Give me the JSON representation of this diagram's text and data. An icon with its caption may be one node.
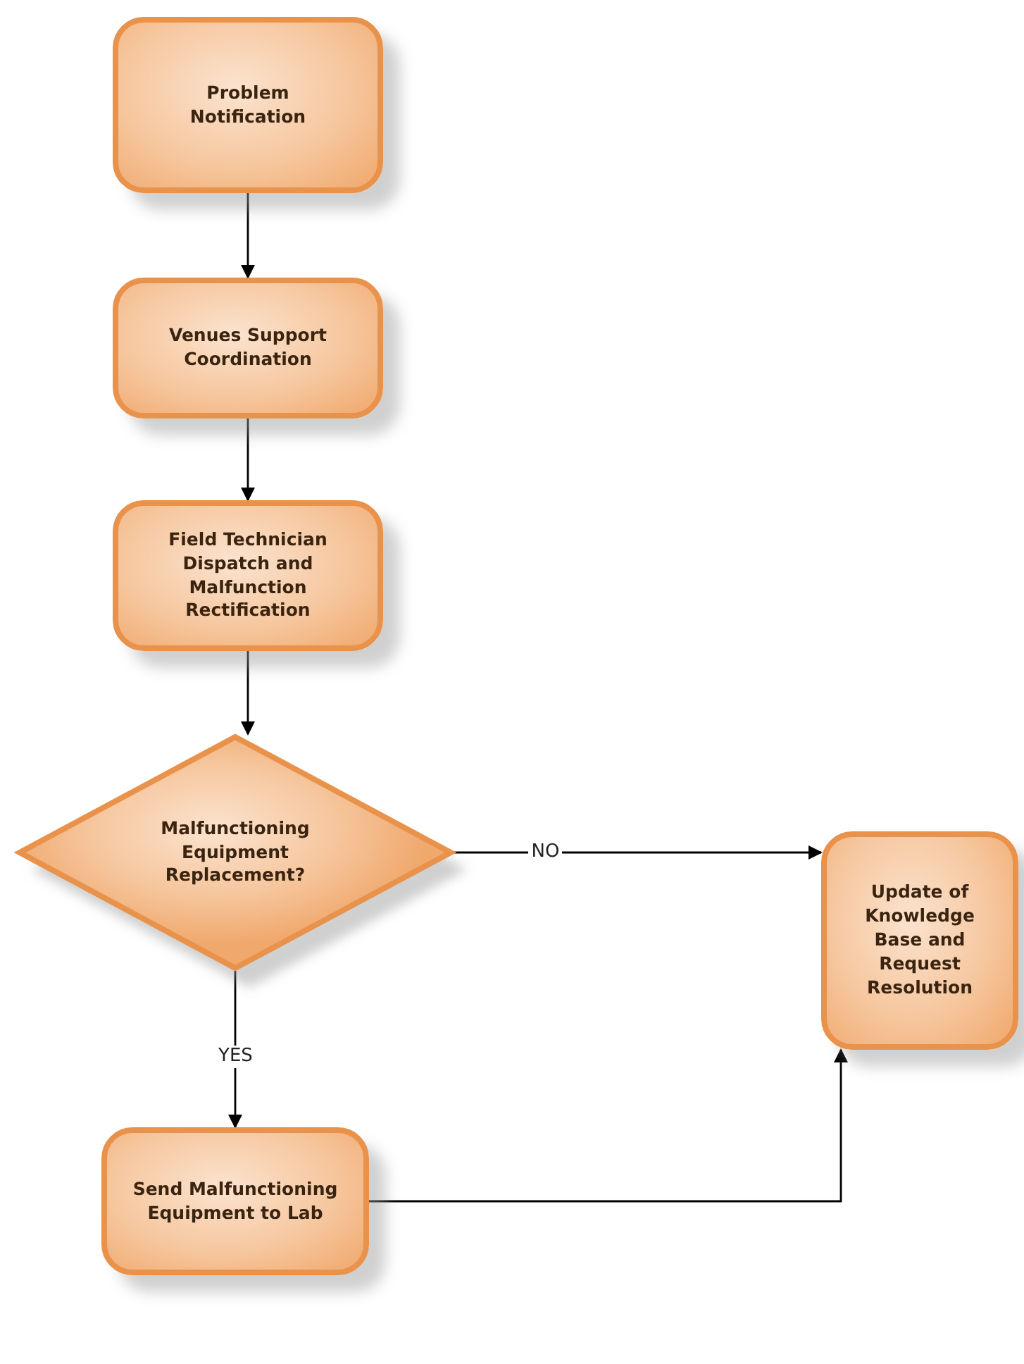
{
  "diagram": {
    "nodes": [
      {
        "text": [
          "Problem Notification"
        ]
      },
      {
        "text": [
          "Venues Support Coordination"
        ]
      },
      {
        "text": [
          "Field Technician Dispatch and Malfunction Rectification"
        ]
      },
      {
        "text": [
          "Malfunctioning Equipment Replacement?"
        ]
      },
      {
        "text": [
          "Update of Knowledge Base and Request Resolution"
        ]
      },
      {
        "text": [
          "Send Malfunctioning Equipment to Lab"
        ]
      }
    ],
    "edges": [
      {
        "from": 0,
        "to": 1,
        "arrow": "to"
      },
      {
        "from": 1,
        "to": 2,
        "arrow": "to"
      },
      {
        "from": 2,
        "to": 3,
        "arrow": "to"
      },
      {
        "from": 3,
        "to": 4,
        "arrow": "to",
        "label": "NO"
      },
      {
        "from": 3,
        "to": 5,
        "arrow": "to",
        "label": "YES"
      },
      {
        "from": 5,
        "to": 4,
        "arrow": "to"
      }
    ]
  }
}
